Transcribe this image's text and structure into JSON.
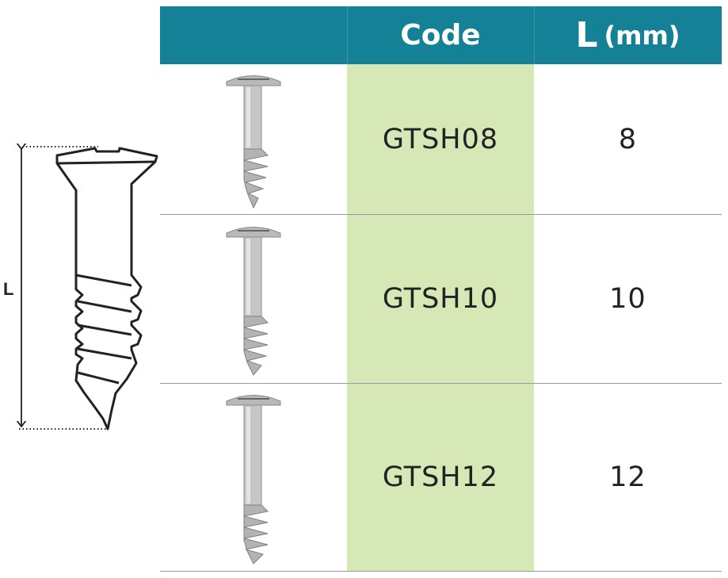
{
  "diagram": {
    "dimension_label": "L"
  },
  "table": {
    "headers": {
      "image": "",
      "code": "Code",
      "length_symbol": "L",
      "length_unit": "(mm)"
    },
    "rows": [
      {
        "image_icon": "screw-icon",
        "code": "GTSH08",
        "length": "8"
      },
      {
        "image_icon": "screw-icon",
        "code": "GTSH10",
        "length": "10"
      },
      {
        "image_icon": "screw-icon",
        "code": "GTSH12",
        "length": "12"
      }
    ]
  },
  "colors": {
    "header": "#148196",
    "code_column": "#d6e8b6",
    "rule": "#9a9a9a"
  }
}
